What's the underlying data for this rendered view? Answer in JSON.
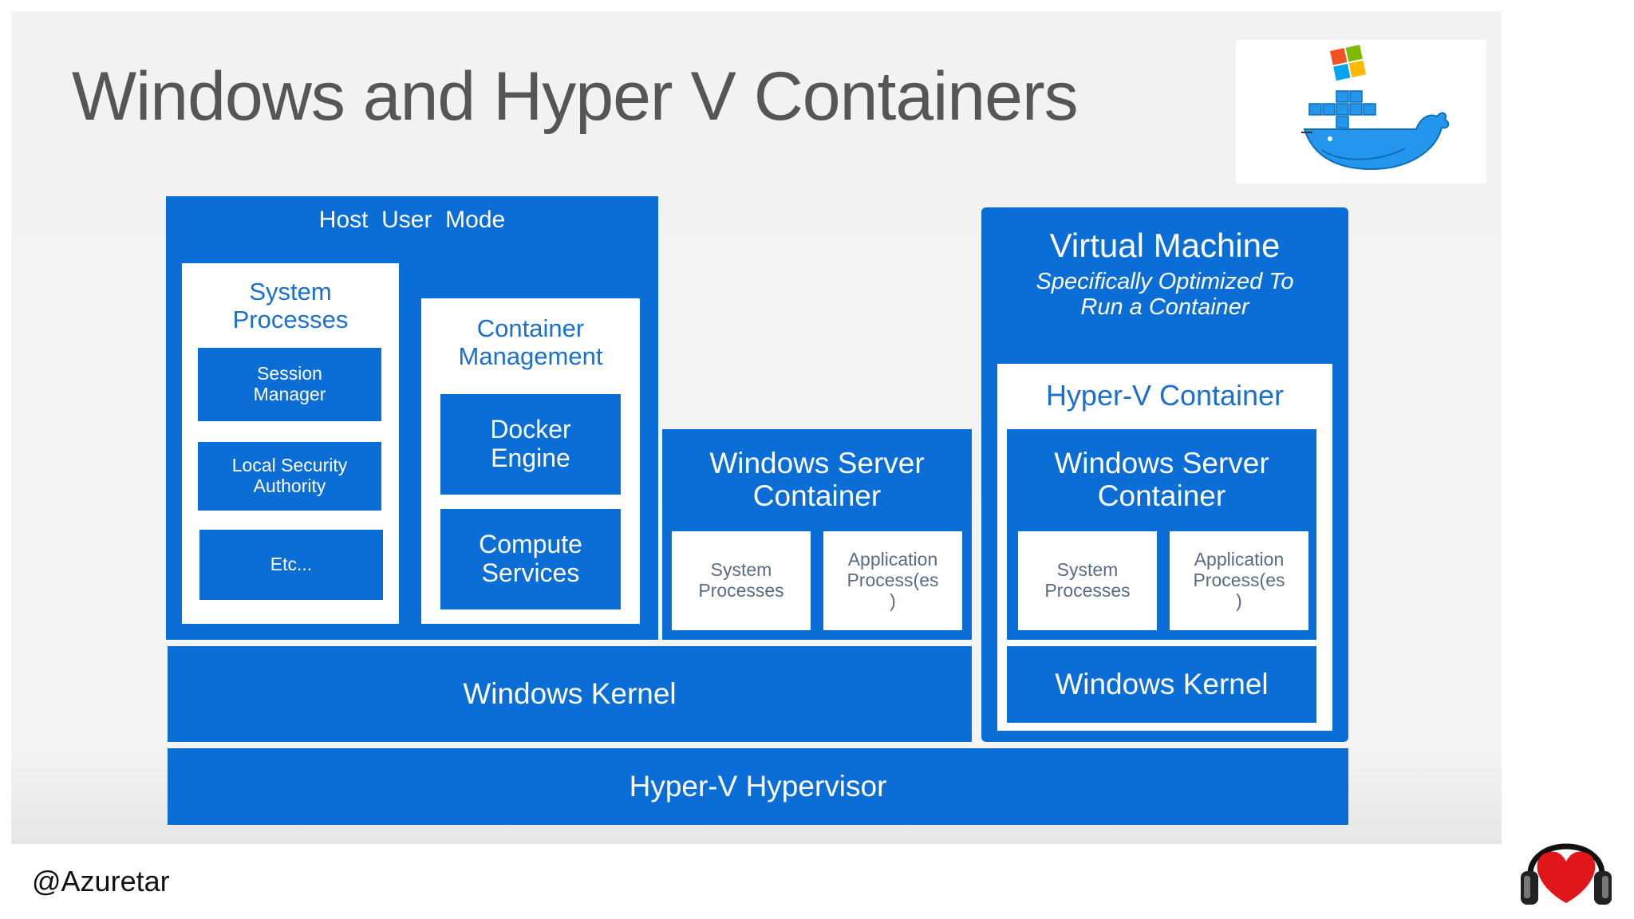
{
  "slide": {
    "title": "Windows and Hyper V Containers",
    "logo_icon": "docker-windows-logo",
    "footer_handle": "@Azuretar",
    "corner_icon": "headphones-heart-icon"
  },
  "diagram": {
    "host_user_mode": {
      "label": "Host  User  Mode",
      "system_processes": {
        "label": "System\nProcesses",
        "items": [
          "Session\nManager",
          "Local Security\nAuthority",
          "Etc..."
        ]
      },
      "container_management": {
        "label": "Container\nManagement",
        "items": [
          "Docker\nEngine",
          "Compute\nServices"
        ]
      }
    },
    "windows_server_container": {
      "label": "Windows Server\nContainer",
      "system_processes": "System\nProcesses",
      "application_processes": "Application\nProcess(es\n)"
    },
    "virtual_machine": {
      "label": "Virtual Machine",
      "subtitle": "Specifically Optimized To\nRun a Container",
      "hyperv_container": {
        "label": "Hyper-V Container",
        "windows_server_container": {
          "label": "Windows Server\nContainer",
          "system_processes": "System\nProcesses",
          "application_processes": "Application\nProcess(es\n)"
        },
        "windows_kernel": "Windows Kernel"
      }
    },
    "host_windows_kernel": "Windows Kernel",
    "hypervisor": "Hyper-V Hypervisor"
  },
  "colors": {
    "primary_blue": "#0a6ed6",
    "title_gray": "#565656",
    "docker_blue": "#2496ed"
  }
}
